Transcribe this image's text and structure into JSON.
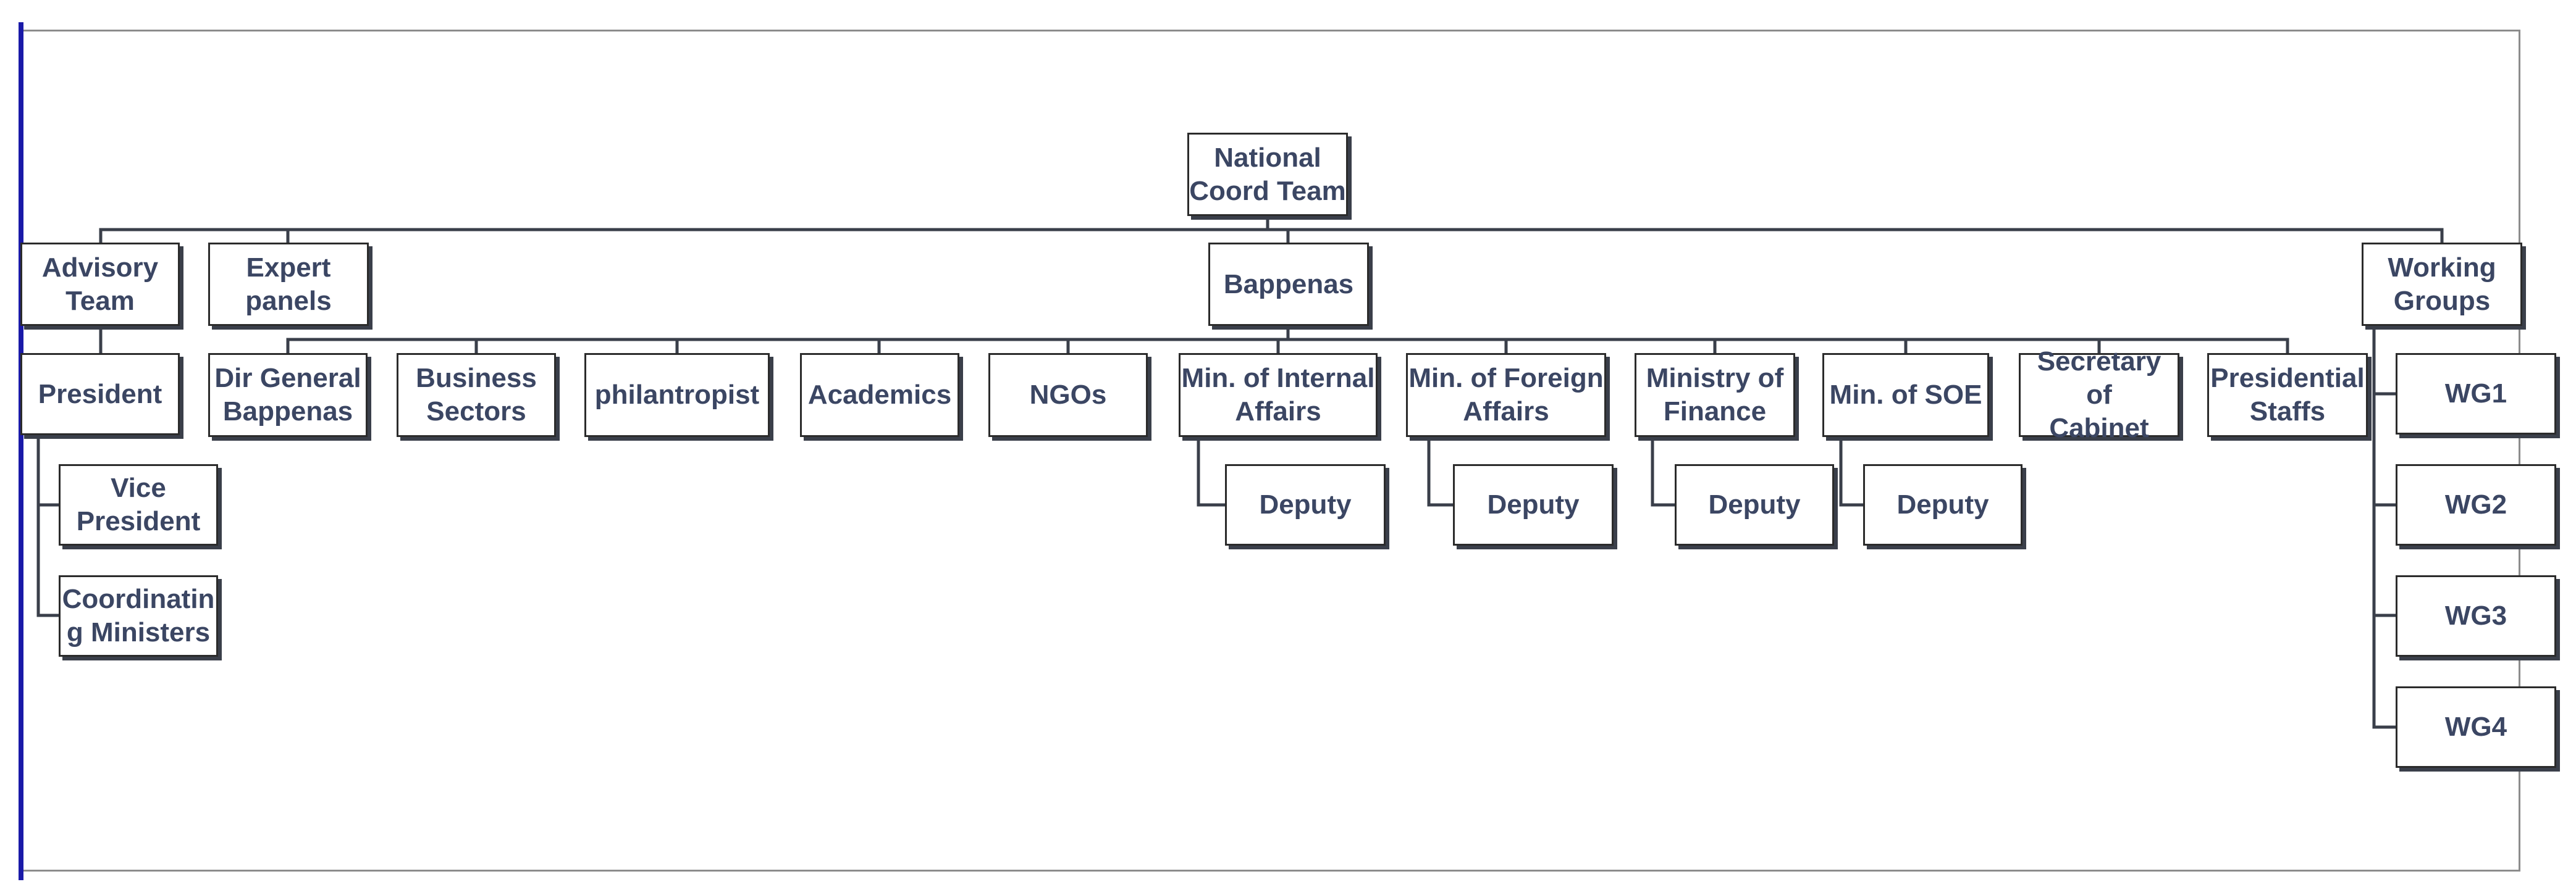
{
  "diagram": {
    "title": "",
    "colors": {
      "box_text": "#3b4663",
      "connector": "#3a3f4a",
      "border": "#2b2b2b",
      "left_rule": "#1a1aa8"
    },
    "nodes": {
      "national_coord_team": "National\nCoord Team",
      "advisory_team": "Advisory\nTeam",
      "expert_panels": "Expert\npanels",
      "bappenas": "Bappenas",
      "working_groups": "Working\nGroups",
      "president": "President",
      "vice_president": "Vice\nPresident",
      "coordinating_ministers": "Coordinatin\ng Ministers",
      "dir_general_bappenas": "Dir General\nBappenas",
      "business_sectors": "Business\nSectors",
      "philantropist": "philantropist",
      "academics": "Academics",
      "ngos": "NGOs",
      "min_internal_affairs": "Min. of Internal\nAffairs",
      "min_foreign_affairs": "Min. of Foreign\nAffairs",
      "ministry_finance": "Ministry of\nFinance",
      "min_soe": "Min. of SOE",
      "secretary_cabinet": "Secretary of\nCabinet",
      "presidential_staffs": "Presidential\nStaffs",
      "deputy_internal": "Deputy",
      "deputy_foreign": "Deputy",
      "deputy_finance": "Deputy",
      "deputy_soe": "Deputy",
      "wg1": "WG1",
      "wg2": "WG2",
      "wg3": "WG3",
      "wg4": "WG4"
    }
  }
}
